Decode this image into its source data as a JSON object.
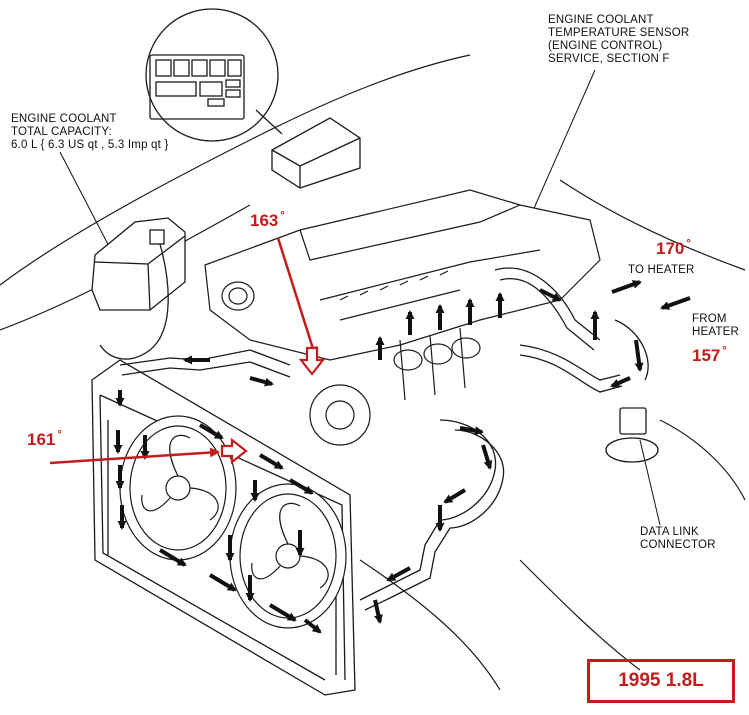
{
  "labels": {
    "sensor_lines": [
      "ENGINE COOLANT",
      "TEMPERATURE SENSOR",
      "(ENGINE CONTROL)",
      "SERVICE, SECTION F"
    ],
    "capacity_lines": [
      "ENGINE COOLANT",
      "TOTAL CAPACITY:",
      "6.0 L { 6.3 US qt , 5.3 Imp qt }"
    ],
    "to_heater": "TO HEATER",
    "from_heater_lines": [
      "FROM",
      "HEATER"
    ],
    "data_link_lines": [
      "DATA LINK",
      "CONNECTOR"
    ]
  },
  "temperatures": [
    {
      "id": "t163",
      "value": "163",
      "unit": "°"
    },
    {
      "id": "t170",
      "value": "170",
      "unit": "°"
    },
    {
      "id": "t161",
      "value": "161",
      "unit": "°"
    },
    {
      "id": "t157",
      "value": "157",
      "unit": "°"
    }
  ],
  "badge": "1995 1.8L",
  "colors": {
    "annotation": "#c41b1b",
    "linework": "#1a1a1a"
  }
}
